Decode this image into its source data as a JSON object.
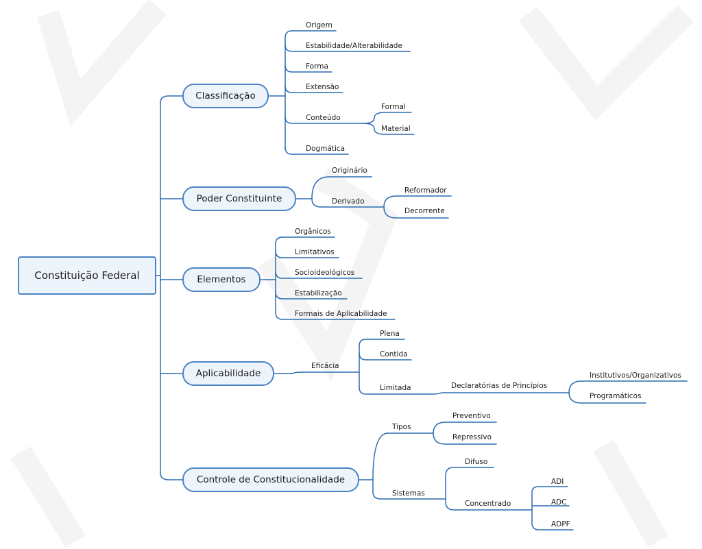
{
  "colors": {
    "line": "#2a6cb3",
    "node_border": "#4a84c4",
    "node_fill": "#eef4fb",
    "watermark": "#f3f3f3"
  },
  "root": {
    "label": "Constituição Federal"
  },
  "branches": {
    "classificacao": {
      "label": "Classificação",
      "items": {
        "origem": "Origem",
        "estabilidade": "Estabilidade/Alterabilidade",
        "forma": "Forma",
        "extensao": "Extensão",
        "conteudo": "Conteúdo",
        "dogmatica": "Dogmática"
      },
      "conteudo_children": {
        "formal": "Formal",
        "material": "Material"
      }
    },
    "poder": {
      "label": "Poder Constituinte",
      "items": {
        "originario": "Originário",
        "derivado": "Derivado"
      },
      "derivado_children": {
        "reformador": "Reformador",
        "decorrente": "Decorrente"
      }
    },
    "elementos": {
      "label": "Elementos",
      "items": {
        "organicos": "Orgânicos",
        "limitativos": "Limitativos",
        "socioideologicos": "Socioideológicos",
        "estabilizacao": "Estabilização",
        "formais": "Formais de Aplicabilidade"
      }
    },
    "aplicabilidade": {
      "label": "Aplicabilidade",
      "eficacia": "Eficácia",
      "eficacia_children": {
        "plena": "Plena",
        "contida": "Contida",
        "limitada": "Limitada"
      },
      "limitada_child": "Declaratórias de Princípios",
      "declaratorias_children": {
        "institutivos": "Institutivos/Organizativos",
        "programaticos": "Programáticos"
      }
    },
    "controle": {
      "label": "Controle de Constitucionalidade",
      "items": {
        "tipos": "Tipos",
        "sistemas": "Sistemas"
      },
      "tipos_children": {
        "preventivo": "Preventivo",
        "repressivo": "Repressivo"
      },
      "sistemas_children": {
        "difuso": "Difuso",
        "concentrado": "Concentrado"
      },
      "concentrado_children": {
        "adi": "ADI",
        "adc": "ADC",
        "adpf": "ADPF"
      }
    }
  }
}
